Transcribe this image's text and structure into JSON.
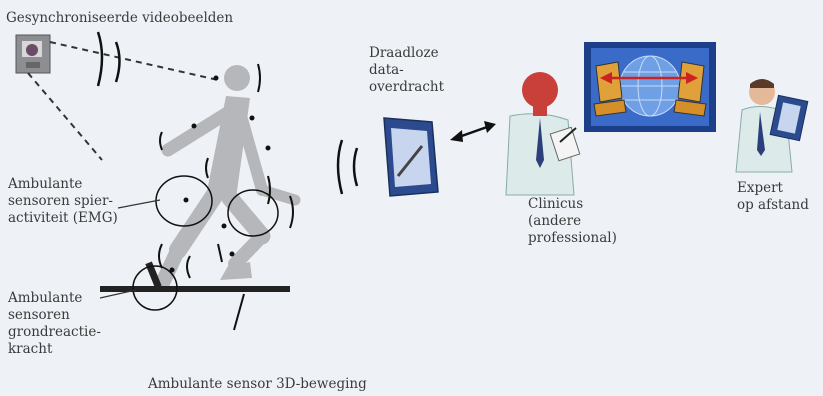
{
  "labels": {
    "video": "Gesynchroniseerde videobeelden",
    "wireless": "Draadloze\ndata-\noverdracht",
    "emg": "Ambulante\nsensoren spier-\nactiviteit (EMG)",
    "grf": "Ambulante\nsensoren\ngrondreactie-\nkracht",
    "motion3d": "Ambulante sensor 3D-beweging",
    "clinician": "Clinicus\n(andere\nprofessional)",
    "expert": "Expert\nop afstand"
  },
  "colors": {
    "background": "#eef2f7",
    "figure": "#b5b7bb",
    "skin": "#c9403a",
    "ground_plate": "#222222",
    "monitor_frame": "#1d3f8a",
    "arrow": "#cc2222"
  },
  "icons": {
    "camera": "camera-icon",
    "tablet": "tablet-icon",
    "clinician": "clinician-figure",
    "expert": "expert-figure",
    "monitor": "monitor-network-icon"
  }
}
